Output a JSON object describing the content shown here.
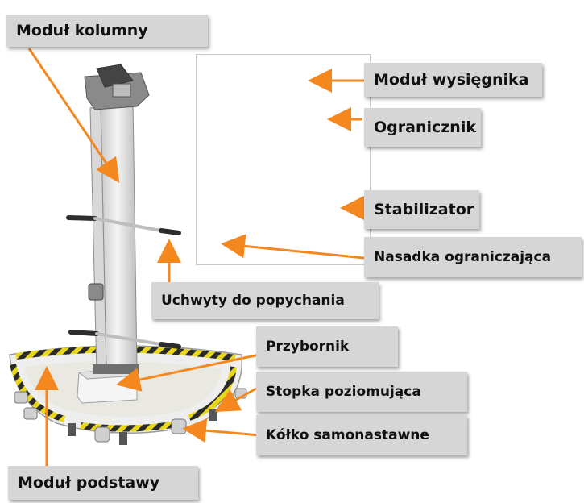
{
  "labels": {
    "modul_kolumny": "Moduł kolumny",
    "modul_wysiegnika": "Moduł wysięgnika",
    "ogranicznik": "Ogranicznik",
    "stabilizator": "Stabilizator",
    "nasadka": "Nasadka ograniczająca",
    "uchwyty": "Uchwyty do popychania",
    "przybornik": "Przybornik",
    "stopka": "Stopka poziomująca",
    "kolko": "Kółko samonastawne",
    "modul_podstawy": "Moduł podstawy"
  },
  "colors": {
    "arrow": "#f5871f",
    "label_bg": "#d6d6d6",
    "hazard_yellow": "#e8d61a"
  }
}
